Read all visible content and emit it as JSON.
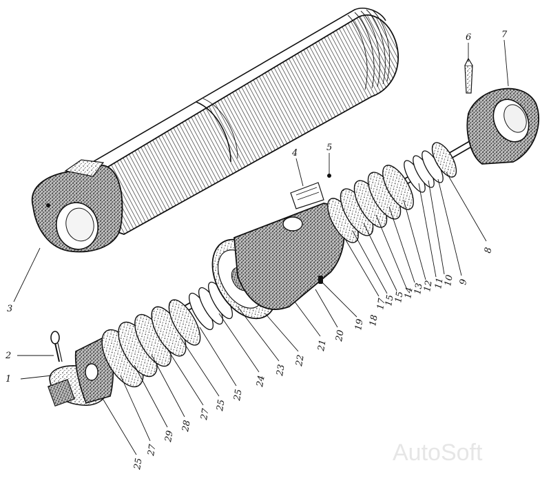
{
  "diagram": {
    "callouts": [
      "1",
      "2",
      "3",
      "4",
      "5",
      "6",
      "7",
      "8",
      "9",
      "10",
      "11",
      "12",
      "13",
      "14",
      "15",
      "15",
      "17",
      "18",
      "19",
      "20",
      "21",
      "22",
      "23",
      "24",
      "25",
      "25",
      "27",
      "28",
      "29",
      "27",
      "25"
    ]
  },
  "watermark": {
    "text": "AutoSoft"
  }
}
